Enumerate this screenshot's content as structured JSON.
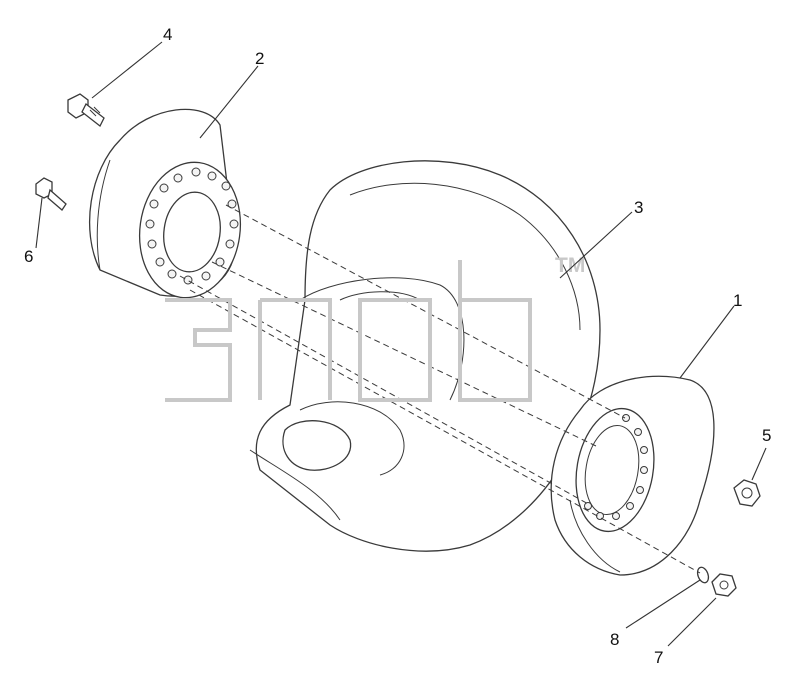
{
  "callouts": [
    {
      "id": "1",
      "label": "1"
    },
    {
      "id": "2",
      "label": "2"
    },
    {
      "id": "3",
      "label": "3"
    },
    {
      "id": "4",
      "label": "4"
    },
    {
      "id": "5",
      "label": "5"
    },
    {
      "id": "6",
      "label": "6"
    },
    {
      "id": "7",
      "label": "7"
    },
    {
      "id": "8",
      "label": "8"
    }
  ],
  "watermark": {
    "mark": "TM"
  }
}
